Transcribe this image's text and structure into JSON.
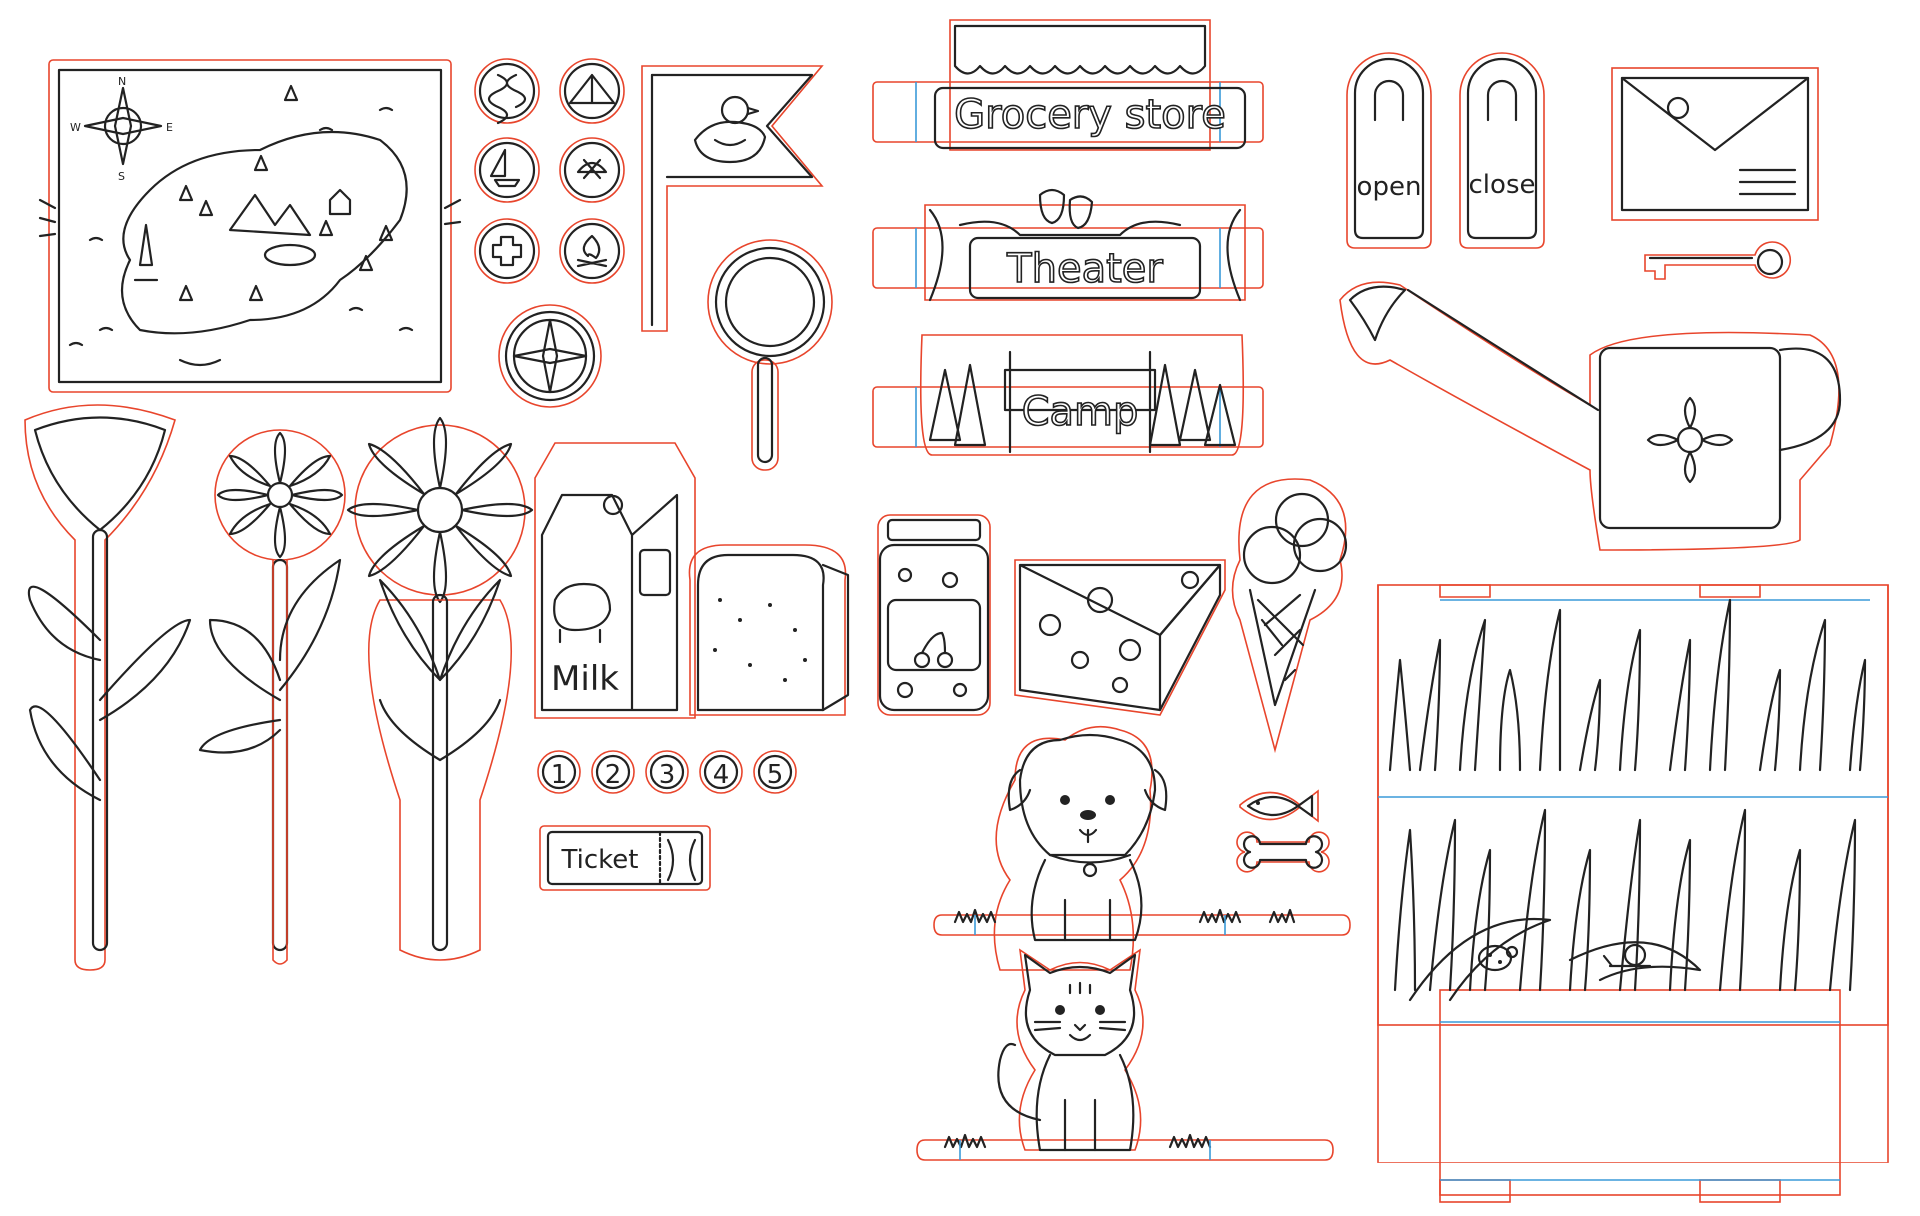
{
  "labels": {
    "grocery": "Grocery store",
    "theater": "Theater",
    "camp": "Camp",
    "open": "open",
    "close": "close",
    "milk": "Milk",
    "ticket": "Ticket"
  },
  "number_tokens": [
    "1",
    "2",
    "3",
    "4",
    "5"
  ],
  "compass_letters": {
    "n": "N",
    "s": "S",
    "e": "E",
    "w": "W"
  },
  "colors": {
    "cut_line": "#e8452c",
    "fold_line": "#3a9ad9",
    "ink": "#222222"
  }
}
